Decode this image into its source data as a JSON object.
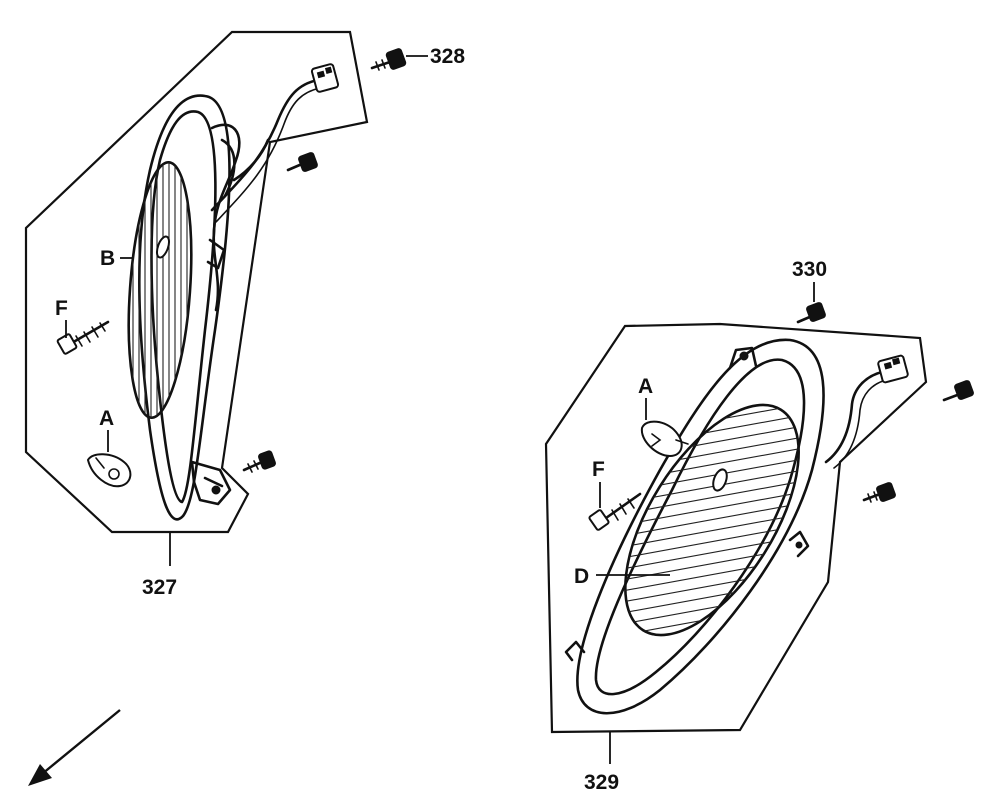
{
  "labels": {
    "p327": "327",
    "p328": "328",
    "p329": "329",
    "p330": "330",
    "B": "B",
    "D": "D",
    "F1": "F",
    "F2": "F",
    "A1": "A",
    "A2": "A"
  },
  "icons": {
    "direction": "arrow-down-left-icon",
    "screw": "screw-icon",
    "bolt": "bolt-icon",
    "bulb": "bulb-icon",
    "socket": "socket-connector-icon"
  }
}
